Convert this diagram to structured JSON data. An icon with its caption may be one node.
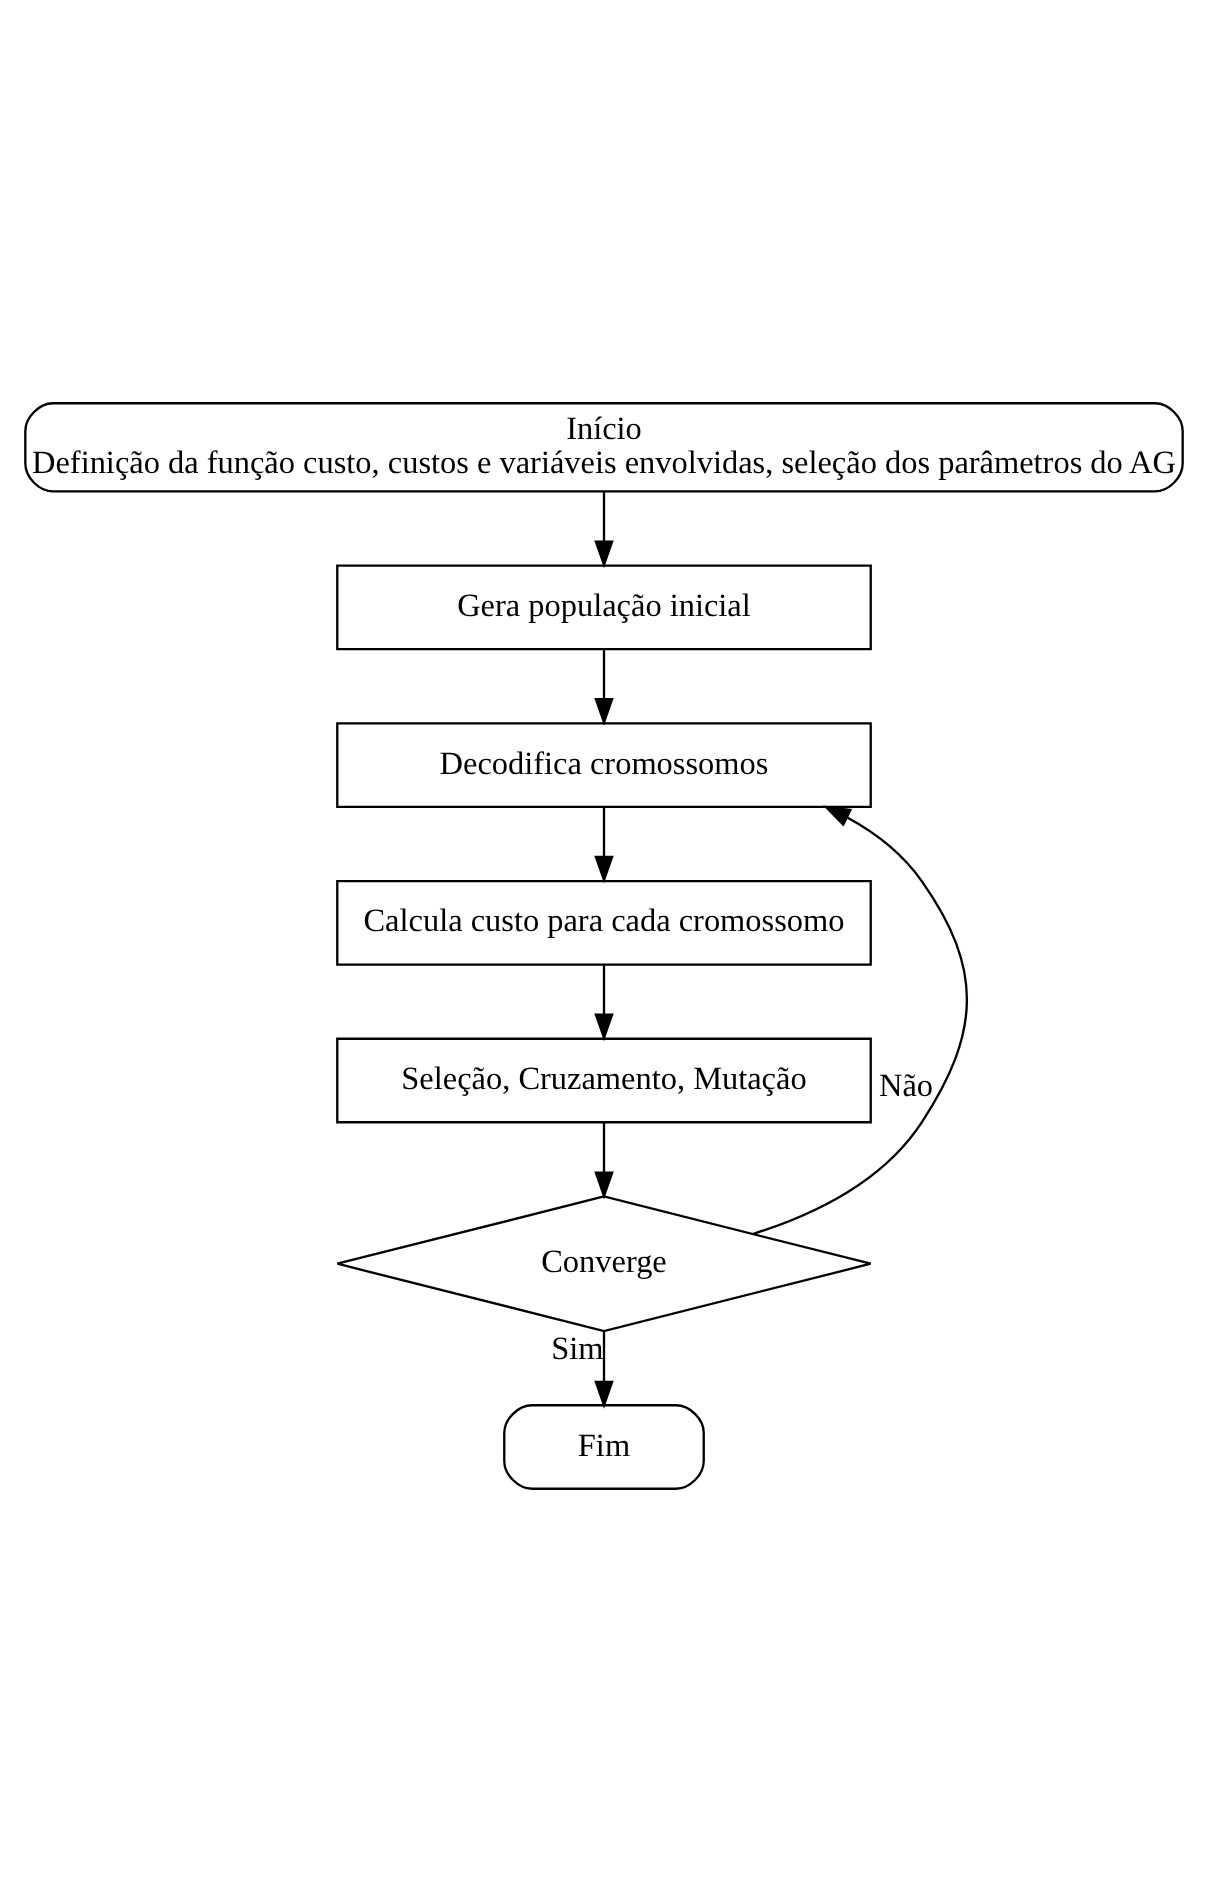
{
  "diagram": {
    "nodes": [
      {
        "text": [
          "Início",
          "Definição da função custo, custos e variáveis envolvidas, seleção dos parâmetros do AG"
        ]
      },
      {
        "text": [
          "Gera população inicial"
        ]
      },
      {
        "text": [
          "Decodifica cromossomos"
        ]
      },
      {
        "text": [
          "Calcula custo para cada cromossomo"
        ]
      },
      {
        "text": [
          "Seleção, Cruzamento, Mutação"
        ]
      },
      {
        "text": [
          "Converge"
        ]
      },
      {
        "text": [
          "Fim"
        ]
      }
    ],
    "edges": [
      {
        "from": 0,
        "to": 1,
        "arrow": "to"
      },
      {
        "from": 1,
        "to": 2,
        "arrow": "to"
      },
      {
        "from": 2,
        "to": 3,
        "arrow": "to"
      },
      {
        "from": 3,
        "to": 4,
        "arrow": "to"
      },
      {
        "from": 4,
        "to": 5,
        "arrow": "to"
      },
      {
        "from": 5,
        "to": 2,
        "arrow": "to",
        "label": "Não"
      },
      {
        "from": 5,
        "to": 6,
        "arrow": "to",
        "label": "Sim"
      }
    ]
  }
}
